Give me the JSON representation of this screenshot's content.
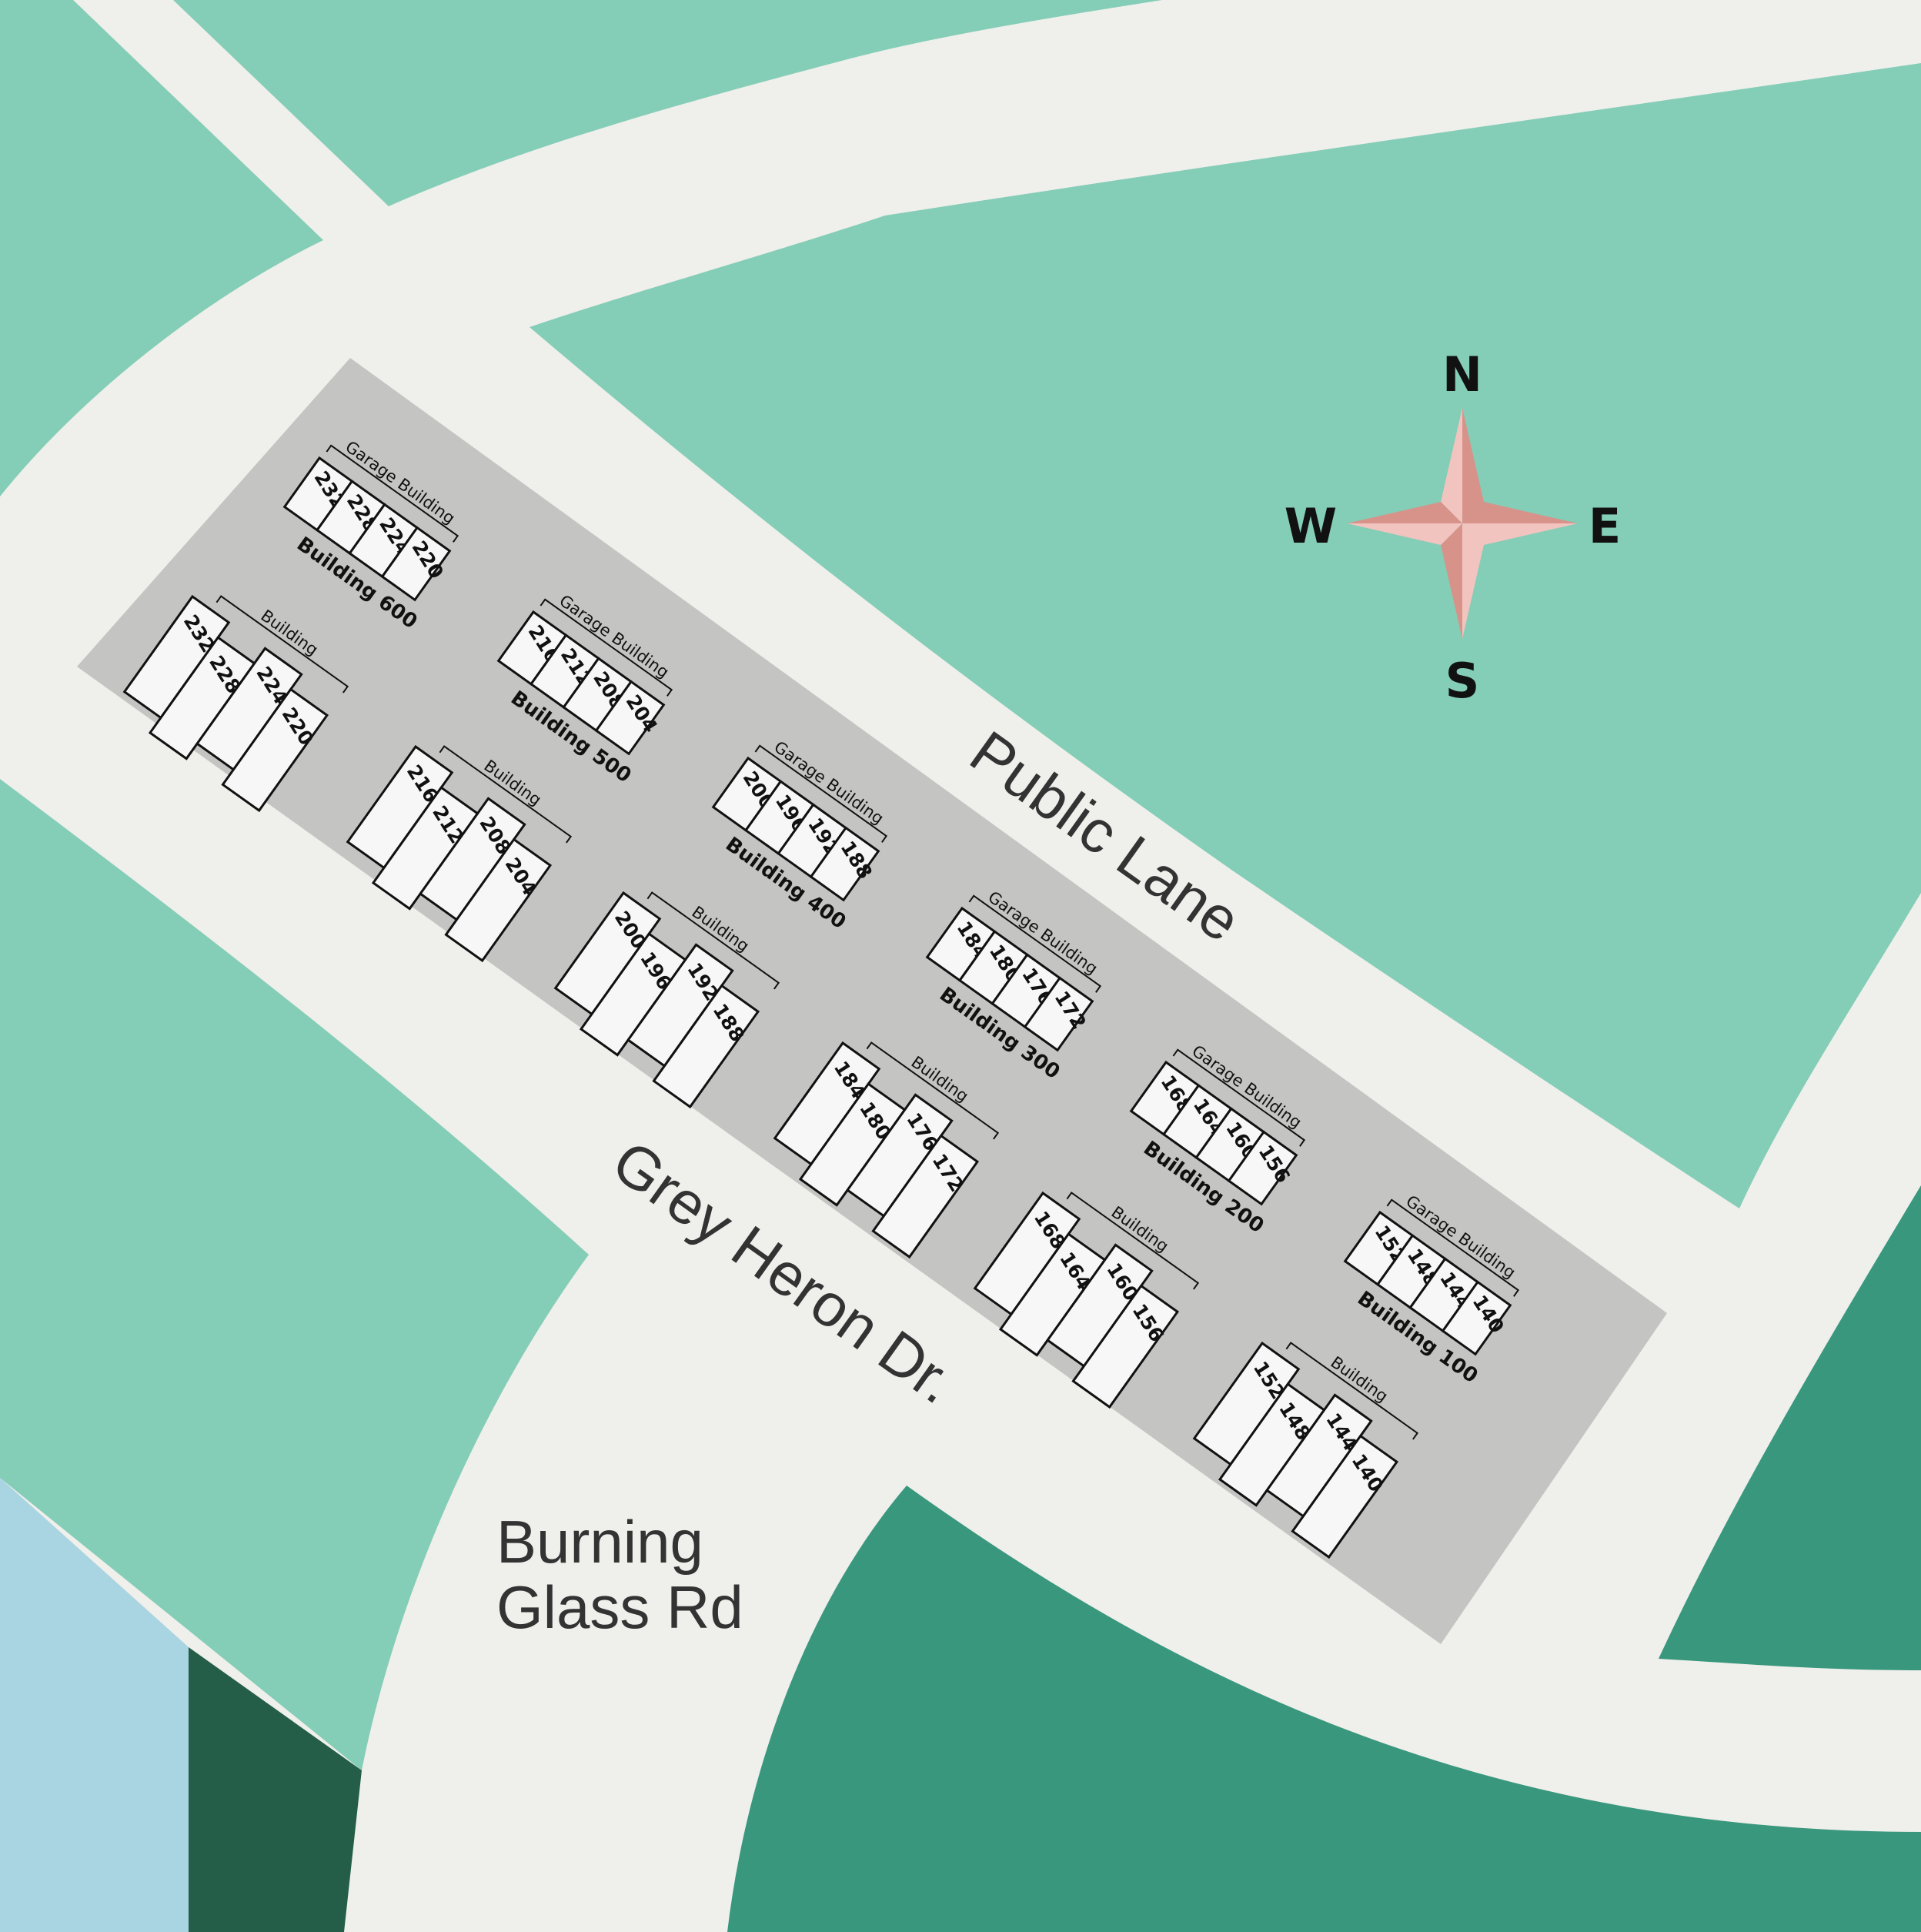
{
  "roads": {
    "public_lane": "Public Lane",
    "grey_heron": "Grey Heron Dr.",
    "burning_glass_line1": "Burning",
    "burning_glass_line2": "Glass Rd"
  },
  "compass": {
    "n": "N",
    "s": "S",
    "e": "E",
    "w": "W",
    "color": "#d7938a"
  },
  "colors": {
    "road": "#efefeb",
    "light_green": "#84cdb7",
    "medium_green": "#38977d",
    "dark_green": "#245e48",
    "water": "#a9d4e2",
    "lot": "#c4c4c2"
  },
  "garage_caption": "Garage Building",
  "building_caption": "Building",
  "groups": [
    {
      "id": "600",
      "label": "Building 600",
      "units": [
        "232",
        "228",
        "224",
        "220"
      ]
    },
    {
      "id": "500",
      "label": "Building 500",
      "units": [
        "216",
        "212",
        "208",
        "204"
      ]
    },
    {
      "id": "400",
      "label": "Building 400",
      "units": [
        "200",
        "196",
        "192",
        "188"
      ]
    },
    {
      "id": "300",
      "label": "Building 300",
      "units": [
        "184",
        "180",
        "176",
        "172"
      ]
    },
    {
      "id": "200",
      "label": "Building 200",
      "units": [
        "168",
        "164",
        "160",
        "156"
      ]
    },
    {
      "id": "100",
      "label": "Building 100",
      "units": [
        "152",
        "148",
        "144",
        "140"
      ]
    }
  ]
}
